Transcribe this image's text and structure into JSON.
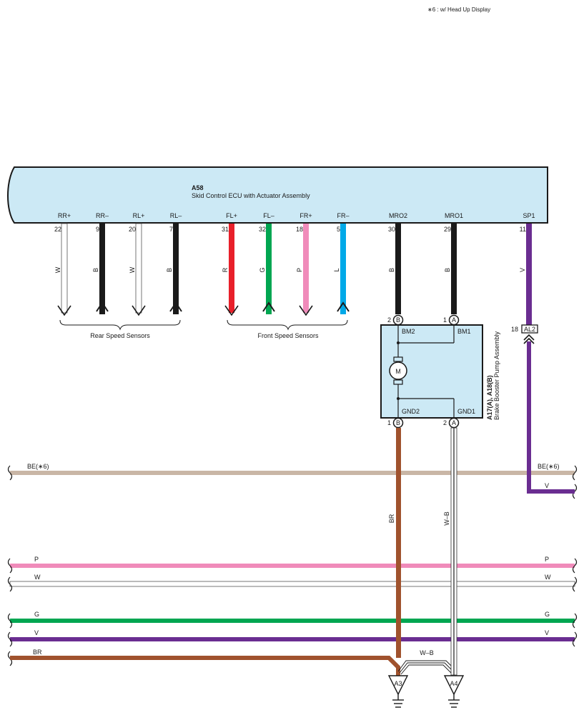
{
  "note": "∗6 : w/ Head Up Display",
  "ecu": {
    "code": "A58",
    "name": "Skid Control ECU with Actuator Assembly",
    "pins": [
      {
        "name": "RR+",
        "num": "22",
        "color": "W"
      },
      {
        "name": "RR–",
        "num": "9",
        "color": "B"
      },
      {
        "name": "RL+",
        "num": "20",
        "color": "W"
      },
      {
        "name": "RL–",
        "num": "7",
        "color": "B"
      },
      {
        "name": "FL+",
        "num": "31",
        "color": "R"
      },
      {
        "name": "FL–",
        "num": "32",
        "color": "G"
      },
      {
        "name": "FR+",
        "num": "18",
        "color": "P"
      },
      {
        "name": "FR–",
        "num": "5",
        "color": "L"
      },
      {
        "name": "MRO2",
        "num": "30",
        "color": "B"
      },
      {
        "name": "MRO1",
        "num": "29",
        "color": "B"
      },
      {
        "name": "SP1",
        "num": "11",
        "color": "V"
      }
    ]
  },
  "groups": {
    "rear": "Rear Speed Sensors",
    "front": "Front Speed Sensors"
  },
  "pump": {
    "code": "A17(A), A18(B)",
    "name": "Brake Booster Pump Assembly",
    "motor": "M",
    "top_pins": [
      {
        "num": "2",
        "conn": "B",
        "name": "BM2"
      },
      {
        "num": "1",
        "conn": "A",
        "name": "BM1"
      }
    ],
    "bottom_pins": [
      {
        "num": "1",
        "conn": "B",
        "name": "GND2"
      },
      {
        "num": "2",
        "conn": "A",
        "name": "GND1"
      }
    ],
    "wire_gnd2": "BR",
    "wire_gnd1": "W–B"
  },
  "al2": {
    "num": "18",
    "code": "AL2"
  },
  "buses": [
    {
      "name": "BE(∗6)",
      "right": "BE(∗6)",
      "color": "#c9b6a6"
    },
    {
      "name": "",
      "right": "V",
      "color": "#6a2d91"
    },
    {
      "name": "P",
      "right": "P",
      "color": "#f08bba"
    },
    {
      "name": "W",
      "right": "W",
      "color": "#ffffff"
    },
    {
      "name": "G",
      "right": "G",
      "color": "#00a651"
    },
    {
      "name": "V",
      "right": "V",
      "color": "#6a2d91"
    },
    {
      "name": "BR",
      "right": "",
      "color": "#a0522d"
    }
  ],
  "wb_jumper": "W–B",
  "grounds": [
    {
      "code": "A3"
    },
    {
      "code": "A4"
    }
  ],
  "colors": {
    "ecu_fill": "#cce9f5",
    "W": "#ffffff",
    "B": "#1a1a1a",
    "R": "#e8202a",
    "G": "#00a651",
    "P": "#f08bba",
    "L": "#00a9e8",
    "V": "#6a2d91",
    "BR": "#a0522d",
    "BE": "#c9b6a6"
  }
}
